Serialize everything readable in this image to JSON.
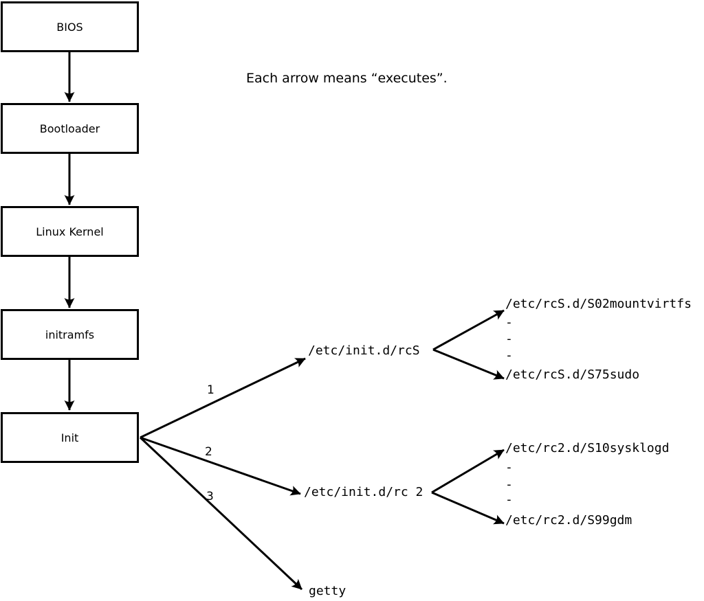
{
  "title": "Each arrow means “executes”.",
  "colors": {
    "line": "#000000",
    "background": "#ffffff"
  },
  "boxes": [
    {
      "label": "BIOS"
    },
    {
      "label": "Bootloader"
    },
    {
      "label": "Linux Kernel"
    },
    {
      "label": "initramfs"
    },
    {
      "label": "Init"
    }
  ],
  "branch_numbers": [
    "1",
    "2",
    "3"
  ],
  "targets": {
    "rcS": "/etc/init.d/rcS",
    "rc2": "/etc/init.d/rc 2",
    "getty": "getty"
  },
  "rcS_scripts": {
    "first": "/etc/rcS.d/S02mountvirtfs",
    "dots": [
      "-",
      "-",
      "-"
    ],
    "last": "/etc/rcS.d/S75sudo"
  },
  "rc2_scripts": {
    "first": "/etc/rc2.d/S10sysklogd",
    "dots": [
      "-",
      "-",
      "-"
    ],
    "last": "/etc/rc2.d/S99gdm"
  }
}
